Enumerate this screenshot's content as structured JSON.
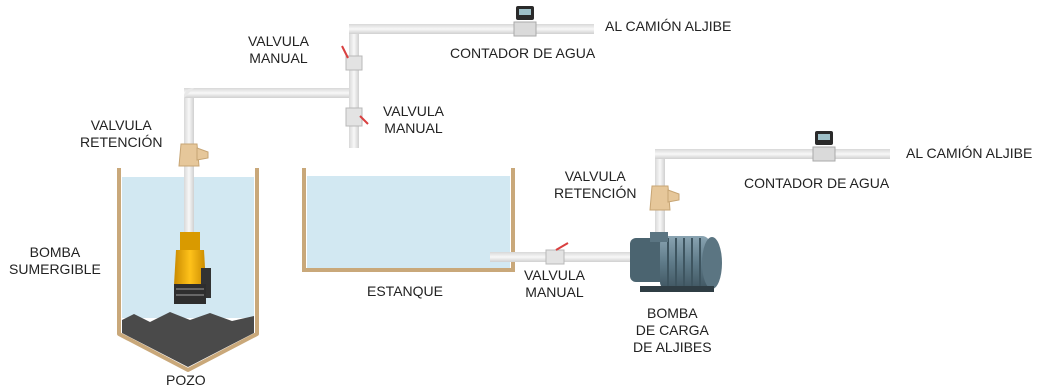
{
  "labels": {
    "valvula_manual_top": [
      "VALVULA",
      "MANUAL"
    ],
    "valvula_manual_mid": [
      "VALVULA",
      "MANUAL"
    ],
    "valvula_manual_bottom": [
      "VALVULA",
      "MANUAL"
    ],
    "valvula_retencion_left": [
      "VALVULA",
      "RETENCIÓN"
    ],
    "valvula_retencion_right": [
      "VALVULA",
      "RETENCIÓN"
    ],
    "contador_top": "CONTADOR DE AGUA",
    "contador_right": "CONTADOR DE AGUA",
    "al_camion_top": "AL CAMIÓN ALJIBE",
    "al_camion_right": "AL CAMIÓN ALJIBE",
    "bomba_sumergible": [
      "BOMBA",
      "SUMERGIBLE"
    ],
    "estanque": "ESTANQUE",
    "bomba_carga": [
      "BOMBA",
      "DE CARGA",
      "DE ALJIBES"
    ],
    "pozo": "POZO"
  },
  "colors": {
    "water": "#d2e8f2",
    "tank_wall": "#c9a87a",
    "pipe": "#eeeeee",
    "pipe_edge": "#cccccc",
    "pump_body": "#6e8a98",
    "submersible_pump": "#e8a500",
    "gravel": "#4a4a4a",
    "valve_handle": "#d94040",
    "check_valve": "#e6c79a"
  }
}
